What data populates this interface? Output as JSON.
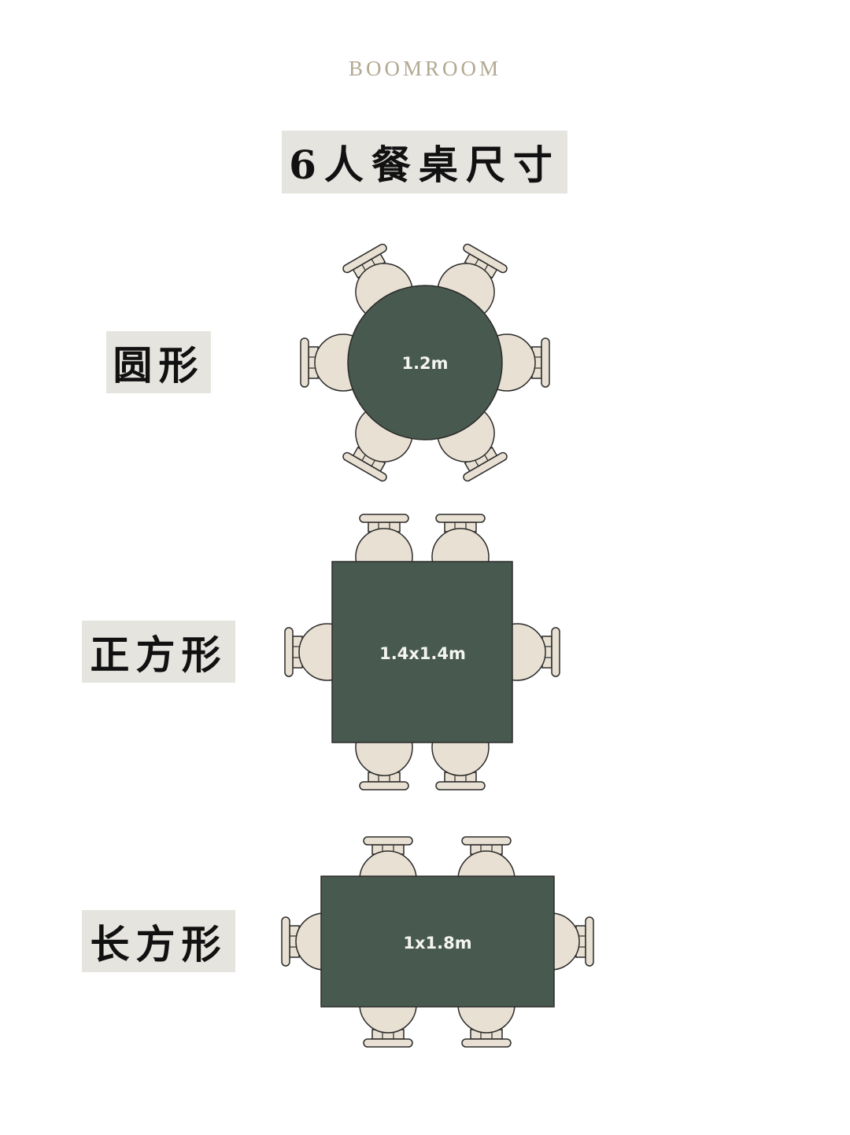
{
  "brand": "BOOMROOM",
  "title": "6人餐桌尺寸",
  "colors": {
    "table": "#48594f",
    "chair": "#e8e0d2",
    "outline": "#2b2b2b",
    "label_bg": "#e6e4df"
  },
  "sections": [
    {
      "label": "圆形",
      "shape": "round",
      "size": "1.2m",
      "chairs": 6
    },
    {
      "label": "正方形",
      "shape": "square",
      "size": "1.4x1.4m",
      "chairs": 6
    },
    {
      "label": "长方形",
      "shape": "rectangle",
      "size": "1x1.8m",
      "chairs": 6
    }
  ]
}
